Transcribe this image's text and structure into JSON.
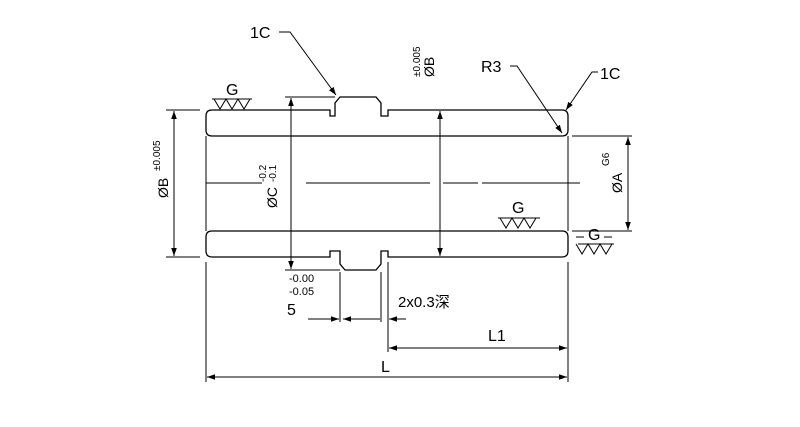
{
  "labels": {
    "chamfer": "1C",
    "radius": "R3",
    "finish": "G",
    "dia_b": "ØB",
    "dia_b_tol": "±0.005",
    "dia_c": "ØC",
    "dia_c_tol_upper": "-0.2",
    "dia_c_tol_lower": "-0.1",
    "dia_a": "ØA",
    "dia_a_fit": "G6",
    "groove_tol_upper": "-0.00",
    "groove_tol_lower": "-0.05",
    "groove_width": "5",
    "groove_depth": "2x0.3深",
    "length_l1": "L1",
    "length_l": "L"
  }
}
